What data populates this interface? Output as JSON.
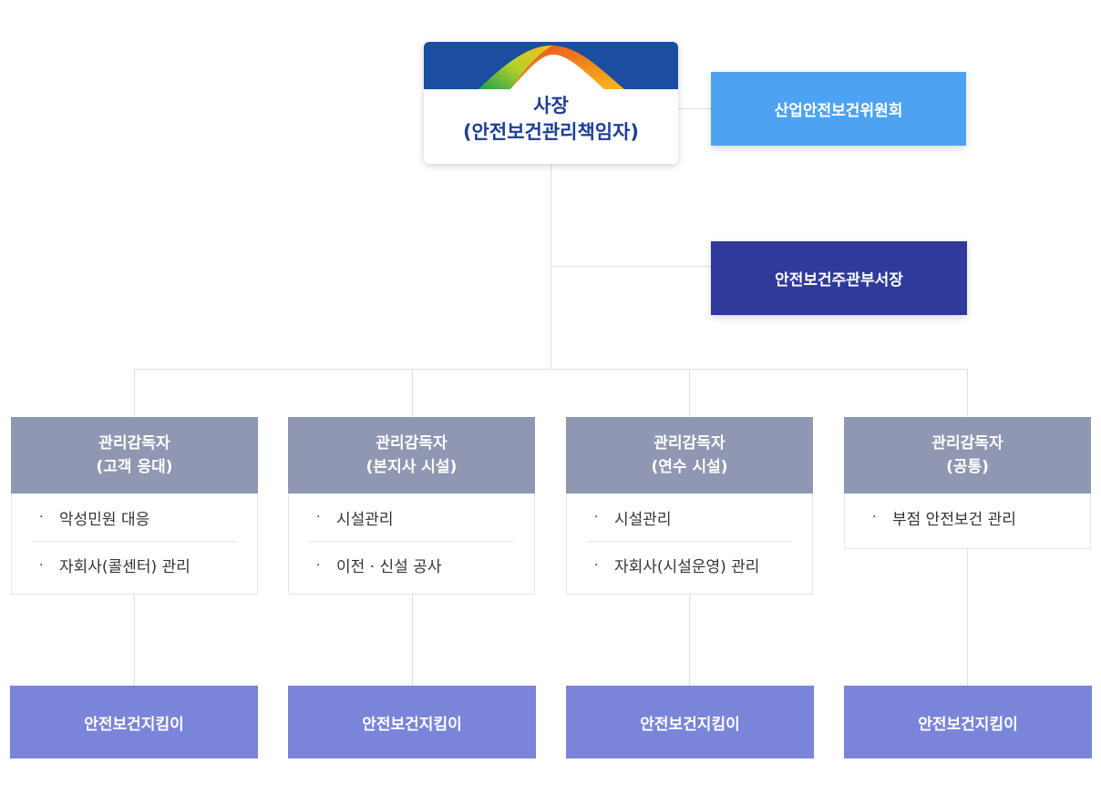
{
  "ceo": {
    "title": "사장",
    "subtitle": "(안전보건관리책임자)"
  },
  "committee": {
    "label": "산업안전보건위원회"
  },
  "director": {
    "label": "안전보건주관부서장"
  },
  "columns": [
    {
      "title": "관리감독자",
      "subtitle": "(고객 응대)",
      "duties": [
        "악성민원 대응",
        "자회사(콜센터) 관리"
      ],
      "keeper": "안전보건지킴이"
    },
    {
      "title": "관리감독자",
      "subtitle": "(본지사 시설)",
      "duties": [
        "시설관리",
        "이전 · 신설 공사"
      ],
      "keeper": "안전보건지킴이"
    },
    {
      "title": "관리감독자",
      "subtitle": "(연수 시설)",
      "duties": [
        "시설관리",
        "자회사(시설운영) 관리"
      ],
      "keeper": "안전보건지킴이"
    },
    {
      "title": "관리감독자",
      "subtitle": "(공통)",
      "duties": [
        "부점 안전보건 관리"
      ],
      "keeper": "안전보건지킴이"
    }
  ],
  "bullet": "·",
  "colors": {
    "ceo_text": "#1c3f94",
    "committee": "#4da3f2",
    "director": "#2f3a9a",
    "column_header": "#8f97b3",
    "keeper": "#7a84d9",
    "connector": "#dcdfe6"
  },
  "logo_icon": "mountain-logo-icon"
}
